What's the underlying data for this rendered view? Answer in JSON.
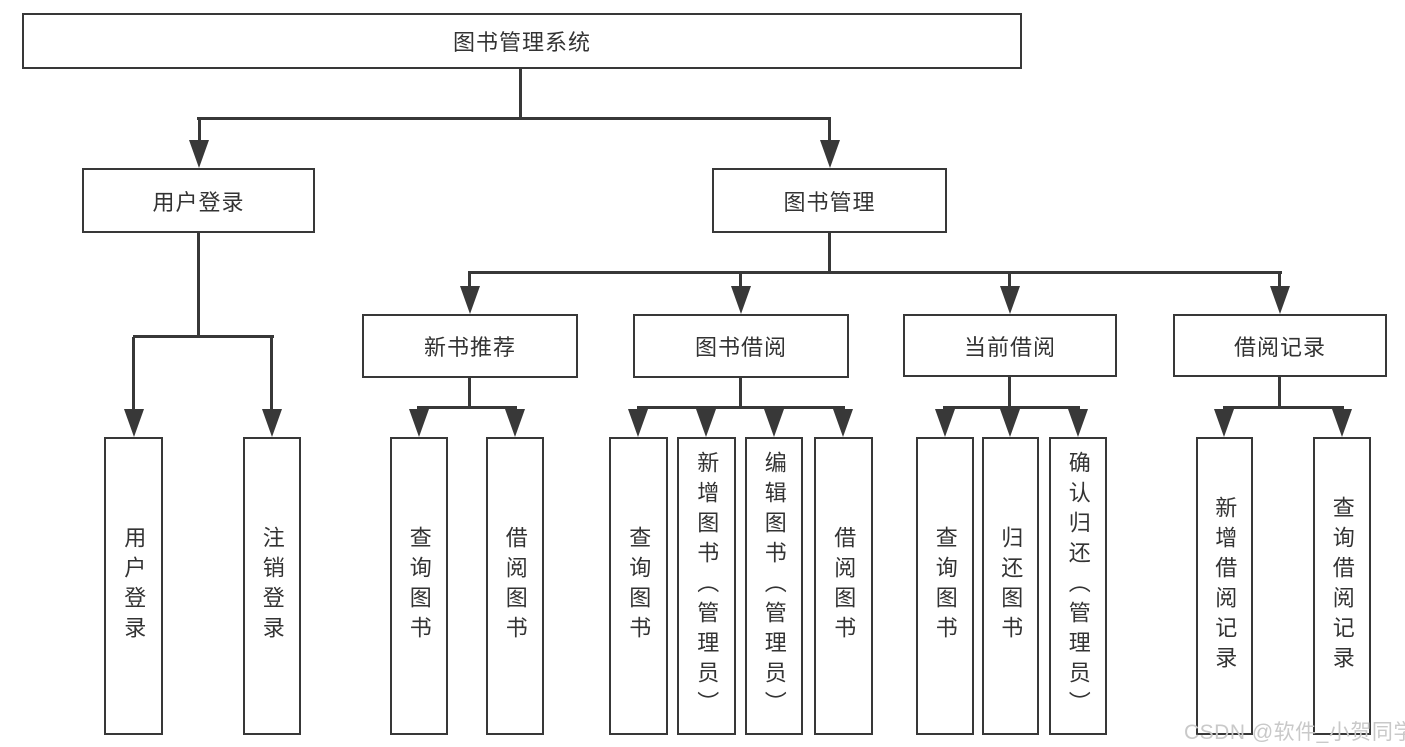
{
  "root": {
    "label": "图书管理系统"
  },
  "level2": [
    {
      "label": "用户登录"
    },
    {
      "label": "图书管理"
    }
  ],
  "level3": [
    {
      "label": "新书推荐"
    },
    {
      "label": "图书借阅"
    },
    {
      "label": "当前借阅"
    },
    {
      "label": "借阅记录"
    }
  ],
  "leaves": {
    "user_login": [
      {
        "label": "用户登录"
      },
      {
        "label": "注销登录"
      }
    ],
    "new_books": [
      {
        "label": "查询图书"
      },
      {
        "label": "借阅图书"
      }
    ],
    "book_borrow": [
      {
        "label": "查询图书"
      },
      {
        "label": "新增图书（管理员）"
      },
      {
        "label": "编辑图书（管理员）"
      },
      {
        "label": "借阅图书"
      }
    ],
    "current_borrow": [
      {
        "label": "查询图书"
      },
      {
        "label": "归还图书"
      },
      {
        "label": "确认归还（管理员）"
      }
    ],
    "borrow_records": [
      {
        "label": "新增借阅记录"
      },
      {
        "label": "查询借阅记录"
      }
    ]
  },
  "watermark": {
    "text": "CSDN @软件_小贺同学"
  },
  "colors": {
    "line": "#383838",
    "text": "#333333",
    "watermark": "#c9c9c9",
    "background": "#ffffff"
  }
}
